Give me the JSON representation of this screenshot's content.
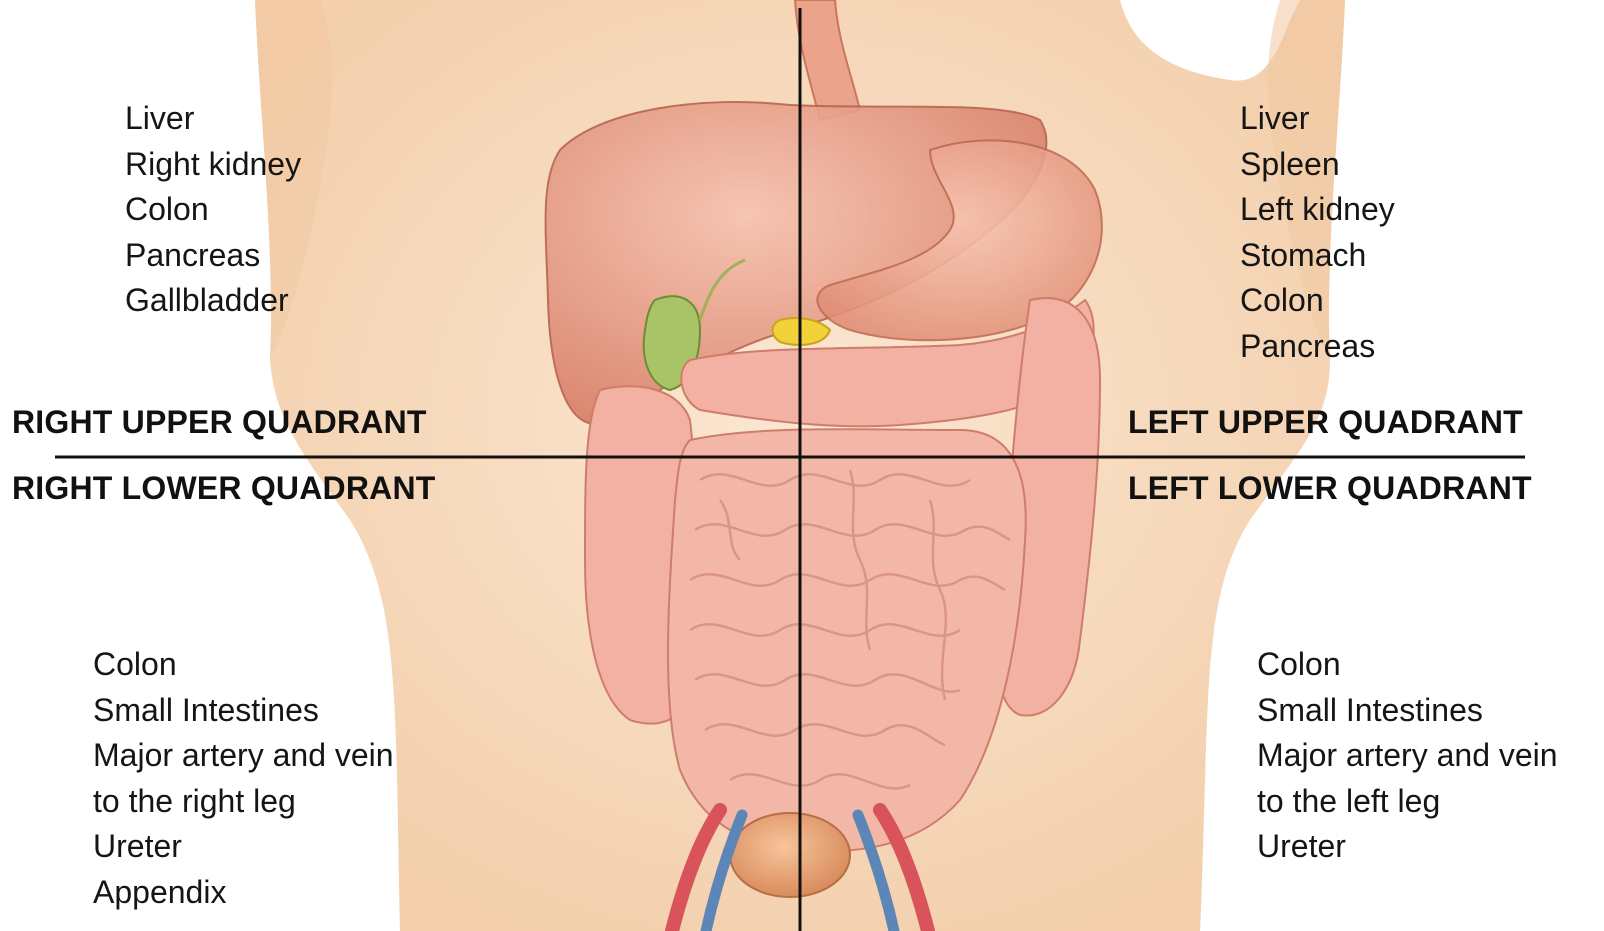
{
  "diagram": {
    "quadrants": {
      "right_upper": {
        "title": "RIGHT UPPER QUADRANT",
        "organs": [
          "Liver",
          "Right kidney",
          "Colon",
          "Pancreas",
          "Gallbladder"
        ]
      },
      "left_upper": {
        "title": "LEFT UPPER QUADRANT",
        "organs": [
          "Liver",
          "Spleen",
          "Left kidney",
          "Stomach",
          "Colon",
          "Pancreas"
        ]
      },
      "right_lower": {
        "title": "RIGHT LOWER QUADRANT",
        "organs": [
          "Colon",
          "Small Intestines",
          "Major artery and vein",
          "to the right leg",
          "Ureter",
          "Appendix"
        ]
      },
      "left_lower": {
        "title": "LEFT LOWER QUADRANT",
        "organs": [
          "Colon",
          "Small Intestines",
          "Major artery and vein",
          "to the left leg",
          "Ureter"
        ]
      }
    },
    "colors": {
      "skin": "#f7dcc0",
      "skin_shadow": "#eec49e",
      "liver": "#e9a089",
      "stomach": "#ec9e84",
      "intestine": "#f2b1a2",
      "intestine_edge": "#d47f6d",
      "gallbladder": "#9fbf5a",
      "pancreas": "#f0d23c",
      "bladder": "#e8a476",
      "artery": "#d8545a",
      "vein": "#5c86b5",
      "divider": "#111111"
    }
  }
}
